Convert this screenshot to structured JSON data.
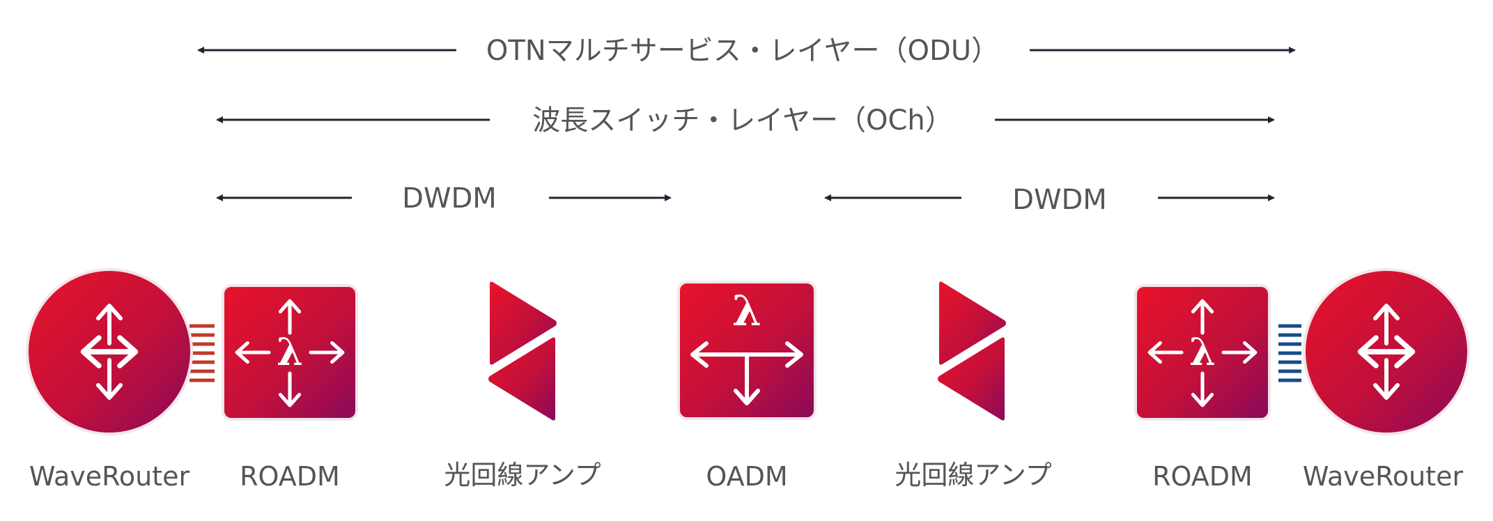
{
  "layers": {
    "otn": "OTNマルチサービス・レイヤー（ODU）",
    "och": "波長スイッチ・レイヤー（OCh）",
    "dwdm_left": "DWDM",
    "dwdm_right": "DWDM"
  },
  "devices": [
    {
      "id": "waverouter-left",
      "label": "WaveRouter",
      "icon": "router-icon"
    },
    {
      "id": "roadm-left",
      "label": "ROADM",
      "icon": "roadm-lambda-icon"
    },
    {
      "id": "amp-left",
      "label": "光回線アンプ",
      "icon": "optical-amplifier-icon"
    },
    {
      "id": "oadm",
      "label": "OADM",
      "icon": "oadm-lambda-icon"
    },
    {
      "id": "amp-right",
      "label": "光回線アンプ",
      "icon": "optical-amplifier-icon"
    },
    {
      "id": "roadm-right",
      "label": "ROADM",
      "icon": "roadm-lambda-icon"
    },
    {
      "id": "waverouter-right",
      "label": "WaveRouter",
      "icon": "router-icon"
    }
  ],
  "symbols": {
    "lambda": "λ"
  },
  "colors": {
    "brand_red": "#e8132a",
    "brand_purple": "#8a0a5a",
    "arrow": "#1f2430",
    "text": "#555555",
    "fiber_red": "#c0392b",
    "fiber_orange": "#d98c3c",
    "fiber_yellow": "#e0d050",
    "fiber_green": "#b8c34a",
    "fiber_teal": "#7fa89a",
    "fiber_blue": "#2a78d0",
    "fiber_navy": "#1a4a8a"
  }
}
